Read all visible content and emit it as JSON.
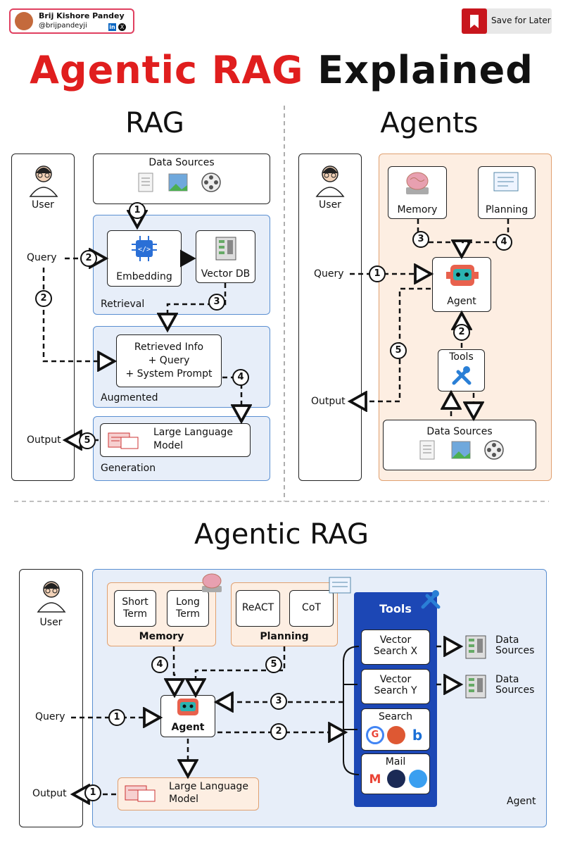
{
  "header": {
    "author_name": "Brij Kishore Pandey",
    "author_handle": "@brijpandeyji",
    "save_label": "Save for Later"
  },
  "title": {
    "part1": "Agentic RAG",
    "part2": "Explained"
  },
  "rag": {
    "title": "RAG",
    "user": "User",
    "query": "Query",
    "output": "Output",
    "data_sources": "Data Sources",
    "embedding": "Embedding",
    "vector_db": "Vector DB",
    "retrieval": "Retrieval",
    "retrieved_info": [
      "Retrieved Info",
      "+ Query",
      "+ System Prompt"
    ],
    "augmented": "Augmented",
    "llm": [
      "Large Language",
      "Model"
    ],
    "generation": "Generation",
    "steps": [
      "1",
      "2",
      "2",
      "3",
      "4",
      "5"
    ]
  },
  "agents": {
    "title": "Agents",
    "user": "User",
    "query": "Query",
    "output": "Output",
    "memory": "Memory",
    "planning": "Planning",
    "agent": "Agent",
    "tools": "Tools",
    "data_sources": "Data Sources",
    "steps": [
      "1",
      "2",
      "3",
      "4",
      "5"
    ]
  },
  "agentic": {
    "title": "Agentic RAG",
    "user": "User",
    "query": "Query",
    "output": "Output",
    "short_term": [
      "Short",
      "Term"
    ],
    "long_term": [
      "Long",
      "Term"
    ],
    "memory": "Memory",
    "react": "ReACT",
    "cot": "CoT",
    "planning": "Planning",
    "agent": "Agent",
    "llm": [
      "Large Language",
      "Model"
    ],
    "tools": "Tools",
    "vs_x": [
      "Vector",
      "Search X"
    ],
    "vs_y": [
      "Vector",
      "Search Y"
    ],
    "search": "Search",
    "mail": "Mail",
    "ds1": [
      "Data",
      "Sources"
    ],
    "ds2": [
      "Data",
      "Sources"
    ],
    "agent_corner": "Agent",
    "steps": [
      "1",
      "2",
      "3",
      "4",
      "5",
      "1"
    ]
  },
  "colors": {
    "red": "#e01e1e",
    "blue_panel": "#e7eef9",
    "orange_panel": "#fdeee2",
    "tools_blue": "#1c47b5"
  }
}
